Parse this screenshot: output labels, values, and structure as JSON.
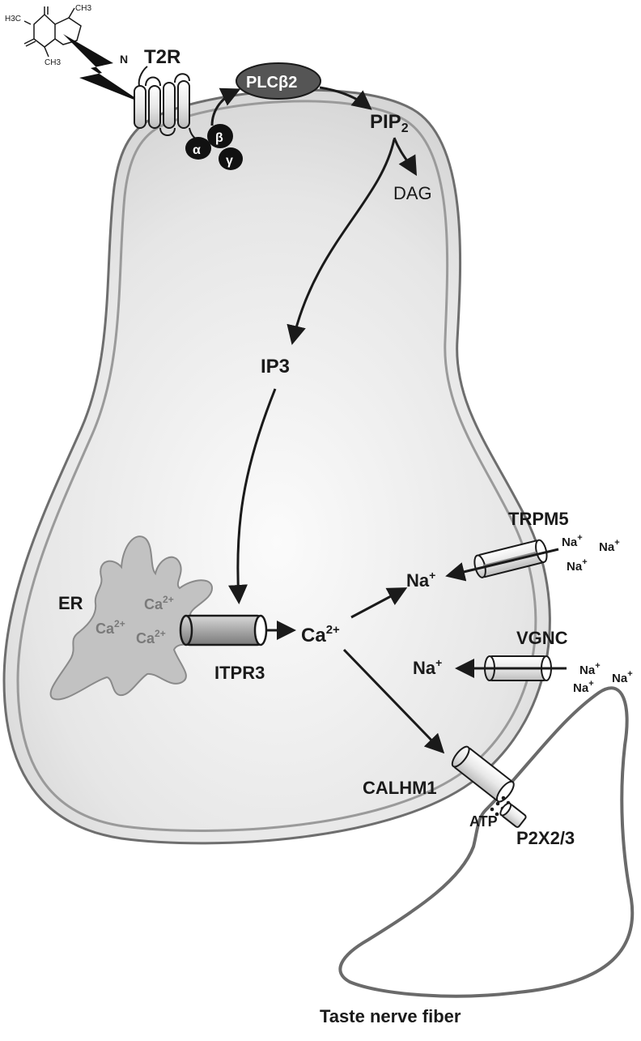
{
  "molecule": {
    "ch3_top_left": "H3C",
    "ch3_top_right": "CH3",
    "ch3_bottom": "CH3"
  },
  "receptor": {
    "name": "T2R",
    "n_terminus": "N",
    "g_alpha": "α",
    "g_beta": "β",
    "g_gamma": "γ"
  },
  "enzyme": "PLCβ2",
  "pip2": {
    "base": "PIP",
    "sub": "2"
  },
  "dag": "DAG",
  "ip3": "IP3",
  "er": {
    "label": "ER",
    "ca_base": "Ca",
    "ca_charge": "2+"
  },
  "itpr3": "ITPR3",
  "calcium": {
    "base": "Ca",
    "charge": "2+"
  },
  "sodium": {
    "base": "Na",
    "charge": "+"
  },
  "trpm5": "TRPM5",
  "vgnc": "VGNC",
  "calhm1": "CALHM1",
  "atp": "ATP",
  "p2x": "P2X2/3",
  "nerve": "Taste nerve fiber"
}
